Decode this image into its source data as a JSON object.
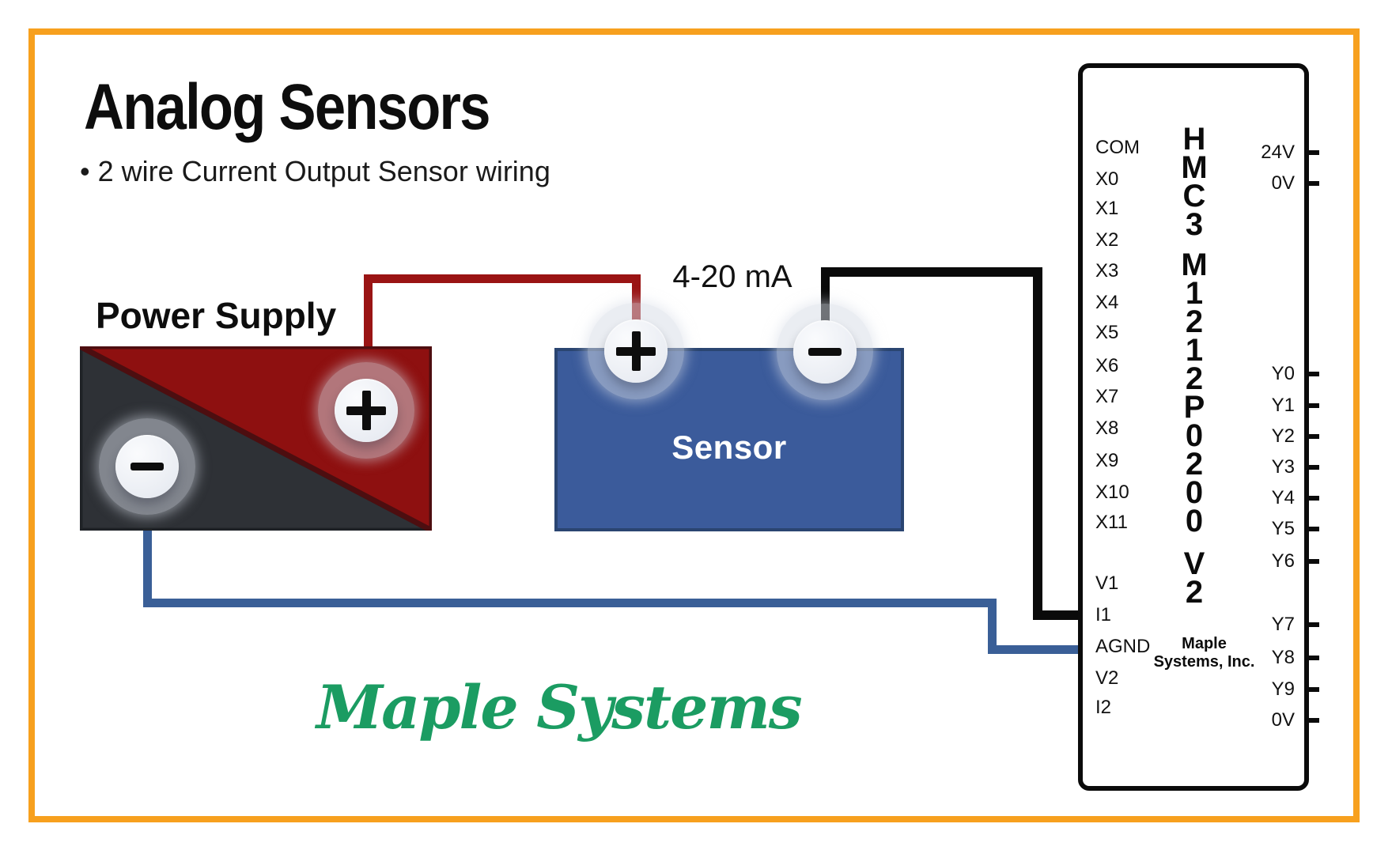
{
  "page": {
    "title": "Analog Sensors",
    "subtitle": "• 2 wire Current Output Sensor wiring"
  },
  "power_supply": {
    "label": "Power Supply",
    "positive_symbol": "+",
    "negative_symbol": "−"
  },
  "sensor": {
    "label": "Sensor",
    "current_range": "4-20 mA",
    "positive_symbol": "+",
    "negative_symbol": "−"
  },
  "controller": {
    "model_column_1": "H\nM\nC\n3",
    "model_column_2": "M\n1\n2\n1\n2\nP\n0\n2\n0\n0",
    "model_column_3": "V\n2",
    "brand_line_1": "Maple",
    "brand_line_2": "Systems, Inc.",
    "left_pins": [
      "COM",
      "X0",
      "X1",
      "X2",
      "X3",
      "X4",
      "X5",
      "X6",
      "X7",
      "X8",
      "X9",
      "X10",
      "X11",
      "V1",
      "I1",
      "AGND",
      "V2",
      "I2"
    ],
    "right_pins": [
      "24V",
      "0V",
      "Y0",
      "Y1",
      "Y2",
      "Y3",
      "Y4",
      "Y5",
      "Y6",
      "Y7",
      "Y8",
      "Y9",
      "0V"
    ]
  },
  "logo": {
    "text": "Maple Systems"
  },
  "icons": {
    "plus_terminal": "plus-symbol",
    "minus_terminal": "minus-symbol"
  },
  "colors": {
    "frame_orange": "#F7A01E",
    "power_supply_red": "#8E1010",
    "power_supply_gray": "#2E3136",
    "sensor_blue": "#3B5B9B",
    "wire_red": "#9A1414",
    "wire_blue": "#3A5F97",
    "wire_black": "#0A0A0A",
    "logo_green": "#1B9C62"
  }
}
